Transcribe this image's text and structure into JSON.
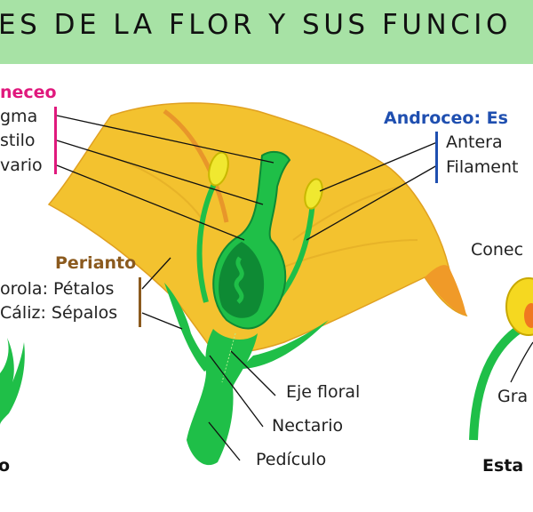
{
  "title": "ES DE LA FLOR Y SUS FUNCIO",
  "colors": {
    "header_bg": "#a7e2a5",
    "gineceo": "#e0197d",
    "androceo": "#1f4fb0",
    "perianto": "#8b5a1e",
    "petal": "#f2c12e",
    "green": "#1fbf48",
    "dark_green": "#0e8a34"
  },
  "gineceo": {
    "heading": "neceo",
    "items": [
      "gma",
      "stilo",
      "vario"
    ]
  },
  "androceo": {
    "heading": "Androceo: Es",
    "items": [
      "Antera",
      "Filament"
    ]
  },
  "perianto": {
    "heading": "Perianto",
    "items": [
      "orola: Pétalos",
      "Cáliz: Sépalos"
    ]
  },
  "bottom_labels": [
    "Eje floral",
    "Nectario",
    "Pedículo"
  ],
  "right_diagram": {
    "labels": [
      "Conec",
      "Gra"
    ],
    "caption": "Esta"
  },
  "left_diagram": {
    "caption": "o"
  }
}
